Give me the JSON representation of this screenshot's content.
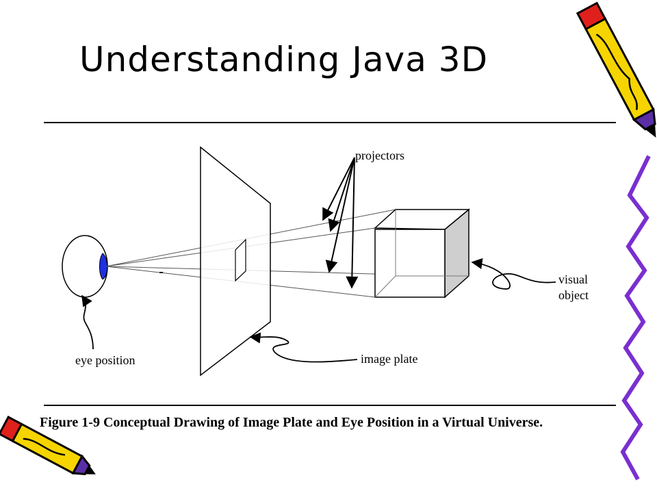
{
  "title": "Understanding Java 3D",
  "figure": {
    "labels": {
      "projectors": "projectors",
      "visual_line1": "visual",
      "visual_line2": "object",
      "eye_position": "eye position",
      "image_plate": "image plate"
    },
    "caption": "Figure 1-9 Conceptual Drawing of Image Plate and Eye Position in a Virtual Universe."
  },
  "decorations": {
    "top_right": "pencil-icon",
    "bottom_left": "pencil-icon",
    "right_edge": "zigzag-border"
  },
  "colors": {
    "pencil_yellow": "#f5d400",
    "pencil_outline": "#000000",
    "pencil_purple": "#5a2ea6",
    "pencil_red": "#e0201c",
    "zigzag_purple": "#7a2fd0",
    "eye_pupil": "#1f2fe0",
    "cube_shade": "#cfcfcf"
  }
}
